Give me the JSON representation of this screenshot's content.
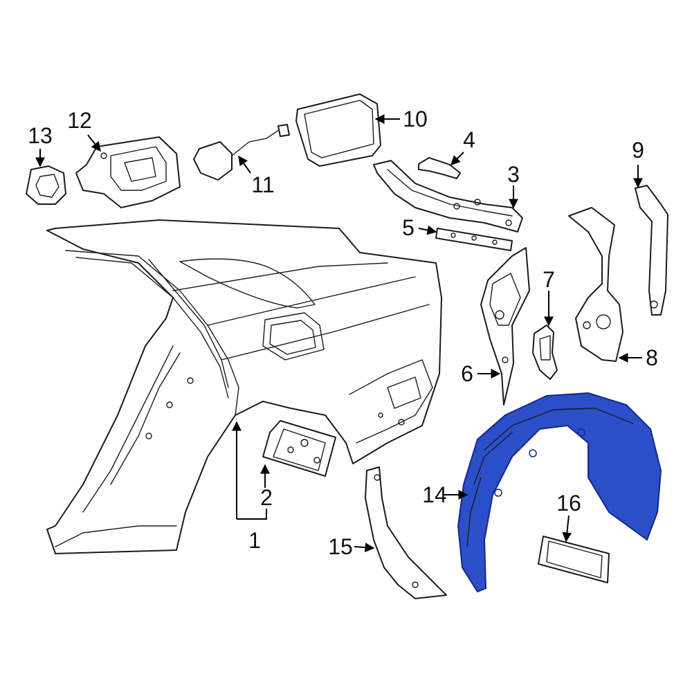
{
  "highlight_color": "#2b4fc8",
  "callouts": [
    {
      "id": "1",
      "label": "1"
    },
    {
      "id": "2",
      "label": "2"
    },
    {
      "id": "3",
      "label": "3"
    },
    {
      "id": "4",
      "label": "4"
    },
    {
      "id": "5",
      "label": "5"
    },
    {
      "id": "6",
      "label": "6"
    },
    {
      "id": "7",
      "label": "7"
    },
    {
      "id": "8",
      "label": "8"
    },
    {
      "id": "9",
      "label": "9"
    },
    {
      "id": "10",
      "label": "10"
    },
    {
      "id": "11",
      "label": "11"
    },
    {
      "id": "12",
      "label": "12"
    },
    {
      "id": "13",
      "label": "13"
    },
    {
      "id": "14",
      "label": "14"
    },
    {
      "id": "15",
      "label": "15"
    },
    {
      "id": "16",
      "label": "16"
    }
  ]
}
